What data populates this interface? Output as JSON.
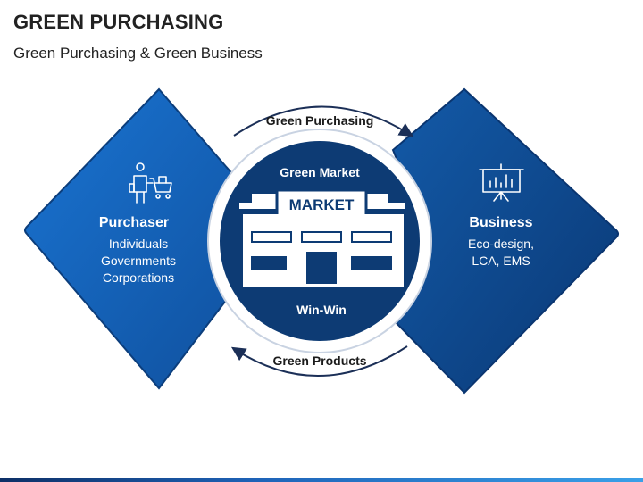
{
  "header": {
    "title": "GREEN PURCHASING",
    "subtitle": "Green Purchasing & Green Business"
  },
  "diagram": {
    "top_arrow_label": "Green Purchasing",
    "bottom_arrow_label": "Green Products",
    "center": {
      "top_label": "Green Market",
      "sign_text": "MARKET",
      "bottom_label": "Win-Win"
    },
    "left": {
      "icon": "shopper-with-cart-icon",
      "heading": "Purchaser",
      "lines": [
        "Individuals",
        "Governments",
        "Corporations"
      ]
    },
    "right": {
      "icon": "presentation-chart-icon",
      "heading": "Business",
      "lines": [
        "Eco-design,",
        "LCA, EMS"
      ]
    }
  },
  "colors": {
    "left_diamond": "#1565c0",
    "right_diamond": "#0d4a93",
    "center_circle": "#0d3b74",
    "arrow": "#1b2f57",
    "footer_bar": "#1e63b8"
  }
}
